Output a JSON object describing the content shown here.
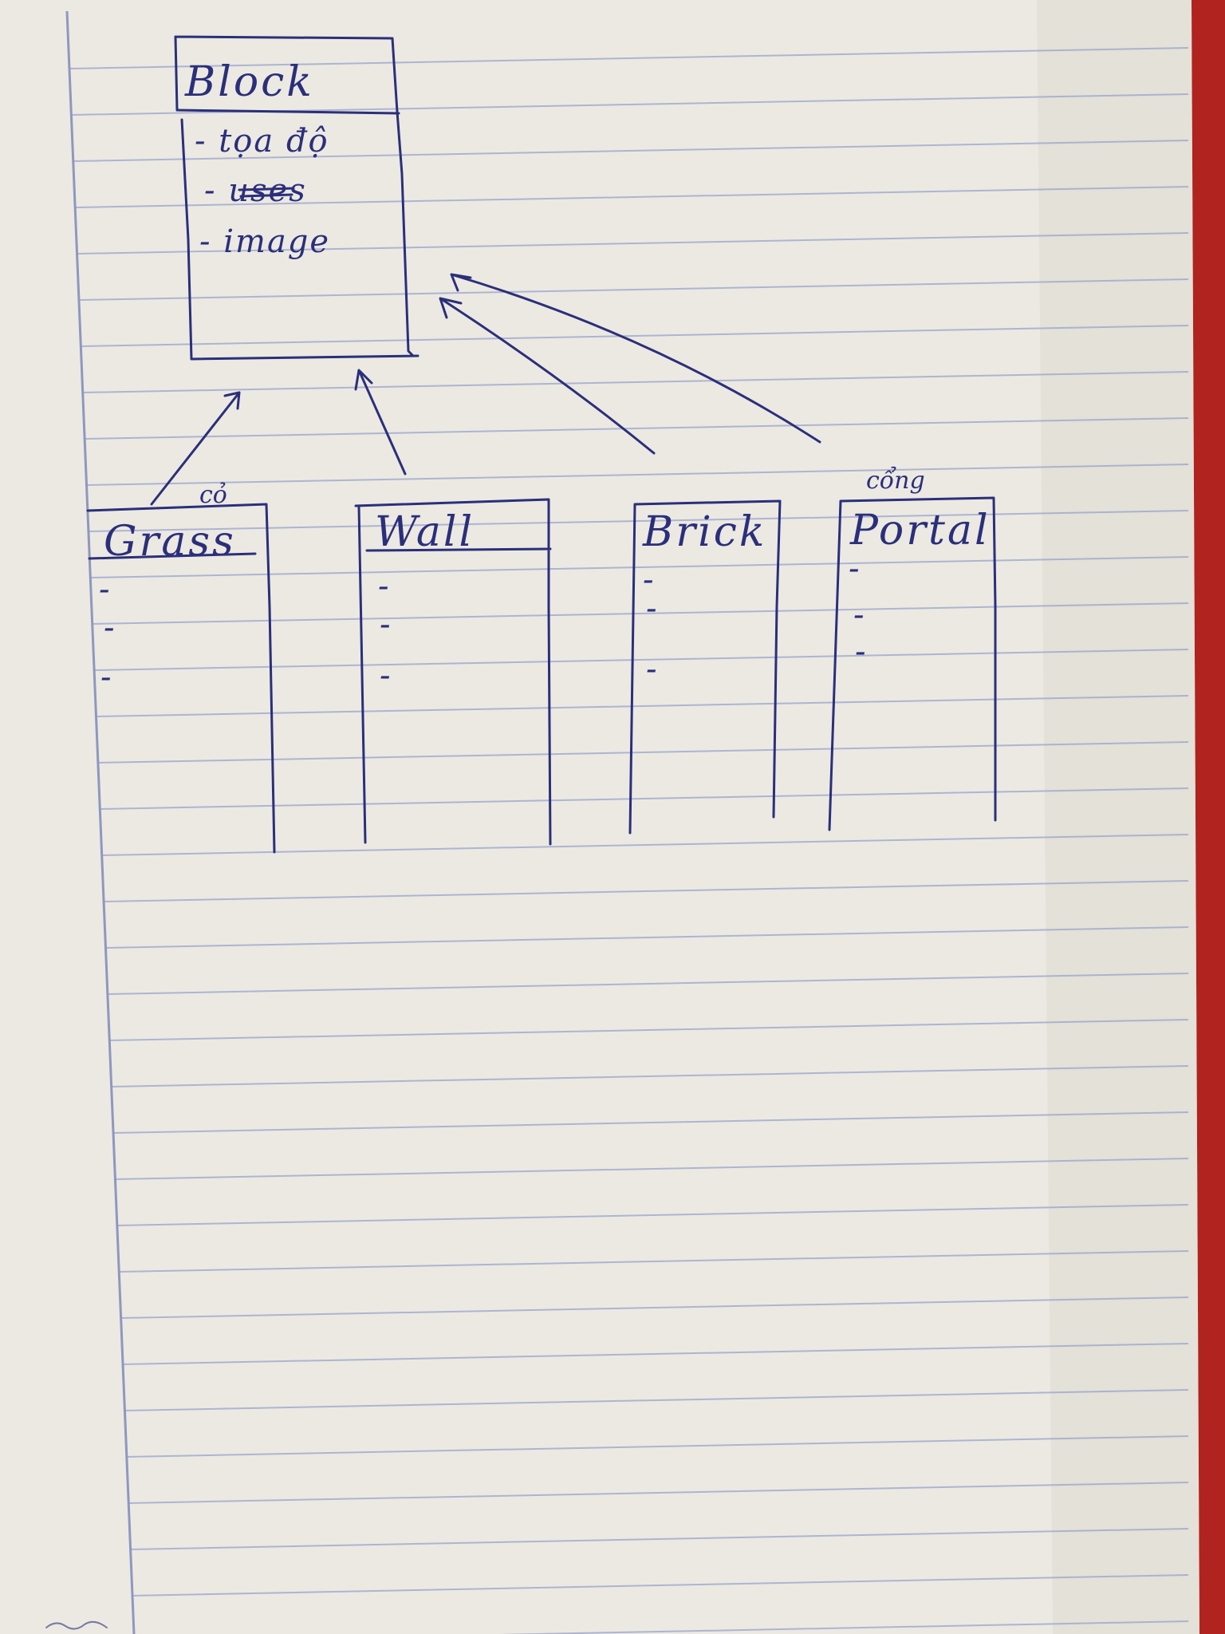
{
  "diagram": {
    "parent": {
      "title": "Block",
      "attributes": [
        "- tọa độ",
        "- uses",
        "- image"
      ],
      "struck_text": "use"
    },
    "children": [
      {
        "title": "Grass",
        "annotation": "cỏ",
        "items": [
          "-",
          "-",
          "-"
        ]
      },
      {
        "title": "Wall",
        "annotation": "",
        "items": [
          "-",
          "-",
          "-"
        ]
      },
      {
        "title": "Brick",
        "annotation": "",
        "items": [
          "-",
          "-",
          "-"
        ]
      },
      {
        "title": "Portal",
        "annotation": "cổng",
        "items": [
          "-",
          "-",
          "-"
        ]
      }
    ],
    "relation": "inheritance"
  },
  "colors": {
    "paper": "#ebe9e2",
    "rule_line": "#9aa3cc",
    "margin_line": "#8f97bf",
    "ink": "#2b2f7a",
    "background": "#2a1a18",
    "cover_edge": "#b0231f"
  }
}
